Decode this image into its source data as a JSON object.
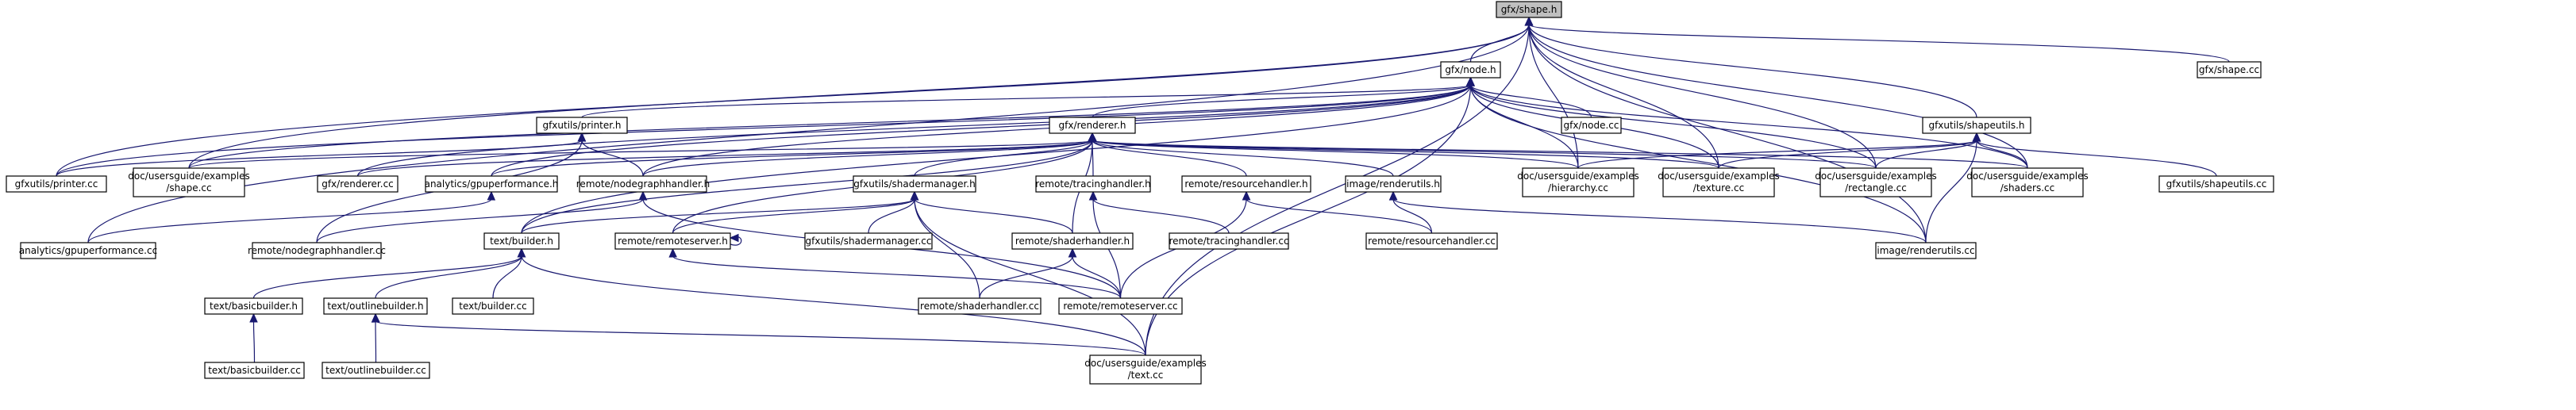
{
  "title": "",
  "colors": {
    "edge": "#191970",
    "root_fill": "#bfbfbf",
    "node_fill": "#ffffff",
    "border": "#000000"
  },
  "nodes": [
    {
      "id": "shape_h",
      "lines": [
        "gfx/shape.h"
      ],
      "root": true
    },
    {
      "id": "node_h",
      "lines": [
        "gfx/node.h"
      ]
    },
    {
      "id": "shape_cc",
      "lines": [
        "gfx/shape.cc"
      ]
    },
    {
      "id": "printer_h",
      "lines": [
        "gfxutils/printer.h"
      ]
    },
    {
      "id": "renderer_h",
      "lines": [
        "gfx/renderer.h"
      ]
    },
    {
      "id": "node_cc",
      "lines": [
        "gfx/node.cc"
      ]
    },
    {
      "id": "shapeutils_h",
      "lines": [
        "gfxutils/shapeutils.h"
      ]
    },
    {
      "id": "printer_cc",
      "lines": [
        "gfxutils/printer.cc"
      ]
    },
    {
      "id": "ex_shape",
      "lines": [
        "doc/usersguide/examples",
        "/shape.cc"
      ]
    },
    {
      "id": "renderer_cc",
      "lines": [
        "gfx/renderer.cc"
      ]
    },
    {
      "id": "gpuperf_h",
      "lines": [
        "analytics/gpuperformance.h"
      ]
    },
    {
      "id": "nodegraph_h",
      "lines": [
        "remote/nodegraphhandler.h"
      ]
    },
    {
      "id": "ex_hierarchy",
      "lines": [
        "doc/usersguide/examples",
        "/hierarchy.cc"
      ]
    },
    {
      "id": "ex_texture",
      "lines": [
        "doc/usersguide/examples",
        "/texture.cc"
      ]
    },
    {
      "id": "ex_rectangle",
      "lines": [
        "doc/usersguide/examples",
        "/rectangle.cc"
      ]
    },
    {
      "id": "ex_shaders",
      "lines": [
        "doc/usersguide/examples",
        "/shaders.cc"
      ]
    },
    {
      "id": "shapeutils_cc",
      "lines": [
        "gfxutils/shapeutils.cc"
      ]
    },
    {
      "id": "shadermgr_h",
      "lines": [
        "gfxutils/shadermanager.h"
      ]
    },
    {
      "id": "tracing_h",
      "lines": [
        "remote/tracinghandler.h"
      ]
    },
    {
      "id": "resource_h",
      "lines": [
        "remote/resourcehandler.h"
      ]
    },
    {
      "id": "renderutils_h",
      "lines": [
        "image/renderutils.h"
      ]
    },
    {
      "id": "gpuperf_cc",
      "lines": [
        "analytics/gpuperformance.cc"
      ]
    },
    {
      "id": "nodegraph_cc",
      "lines": [
        "remote/nodegraphhandler.cc"
      ]
    },
    {
      "id": "builder_h",
      "lines": [
        "text/builder.h"
      ]
    },
    {
      "id": "remoteserver_h",
      "lines": [
        "remote/remoteserver.h"
      ]
    },
    {
      "id": "shadermgr_cc",
      "lines": [
        "gfxutils/shadermanager.cc"
      ]
    },
    {
      "id": "shaderhandler_h",
      "lines": [
        "remote/shaderhandler.h"
      ]
    },
    {
      "id": "tracing_cc",
      "lines": [
        "remote/tracinghandler.cc"
      ]
    },
    {
      "id": "resource_cc",
      "lines": [
        "remote/resourcehandler.cc"
      ]
    },
    {
      "id": "renderutils_cc",
      "lines": [
        "image/renderutils.cc"
      ]
    },
    {
      "id": "basicbuilder_h",
      "lines": [
        "text/basicbuilder.h"
      ]
    },
    {
      "id": "outlinebuilder_h",
      "lines": [
        "text/outlinebuilder.h"
      ]
    },
    {
      "id": "builder_cc",
      "lines": [
        "text/builder.cc"
      ]
    },
    {
      "id": "shaderhandler_cc",
      "lines": [
        "remote/shaderhandler.cc"
      ]
    },
    {
      "id": "remoteserver_cc",
      "lines": [
        "remote/remoteserver.cc"
      ]
    },
    {
      "id": "basicbuilder_cc",
      "lines": [
        "text/basicbuilder.cc"
      ]
    },
    {
      "id": "outlinebuilder_cc",
      "lines": [
        "text/outlinebuilder.cc"
      ]
    },
    {
      "id": "ex_text",
      "lines": [
        "doc/usersguide/examples",
        "/text.cc"
      ]
    }
  ],
  "edges": [
    [
      "shape_h",
      "node_h"
    ],
    [
      "shape_h",
      "shape_cc"
    ],
    [
      "shape_h",
      "shapeutils_h"
    ],
    [
      "shape_h",
      "printer_cc"
    ],
    [
      "shape_h",
      "ex_shape"
    ],
    [
      "shape_h",
      "ex_hierarchy"
    ],
    [
      "shape_h",
      "ex_texture"
    ],
    [
      "shape_h",
      "ex_rectangle"
    ],
    [
      "shape_h",
      "ex_shaders"
    ],
    [
      "shape_h",
      "gpuperf_cc"
    ],
    [
      "shape_h",
      "renderutils_cc"
    ],
    [
      "shape_h",
      "ex_text"
    ],
    [
      "node_h",
      "printer_h"
    ],
    [
      "node_h",
      "renderer_h"
    ],
    [
      "node_h",
      "node_cc"
    ],
    [
      "node_h",
      "printer_cc"
    ],
    [
      "node_h",
      "ex_shape"
    ],
    [
      "node_h",
      "renderer_cc"
    ],
    [
      "node_h",
      "gpuperf_h"
    ],
    [
      "node_h",
      "nodegraph_h"
    ],
    [
      "node_h",
      "ex_hierarchy"
    ],
    [
      "node_h",
      "ex_texture"
    ],
    [
      "node_h",
      "ex_rectangle"
    ],
    [
      "node_h",
      "ex_shaders"
    ],
    [
      "node_h",
      "renderutils_cc"
    ],
    [
      "node_h",
      "builder_h"
    ],
    [
      "node_h",
      "ex_text"
    ],
    [
      "printer_h",
      "printer_cc"
    ],
    [
      "printer_h",
      "nodegraph_h"
    ],
    [
      "printer_h",
      "nodegraph_cc"
    ],
    [
      "renderer_h",
      "ex_shape"
    ],
    [
      "renderer_h",
      "renderer_cc"
    ],
    [
      "renderer_h",
      "gpuperf_h"
    ],
    [
      "renderer_h",
      "nodegraph_h"
    ],
    [
      "renderer_h",
      "shadermgr_h"
    ],
    [
      "renderer_h",
      "tracing_h"
    ],
    [
      "renderer_h",
      "resource_h"
    ],
    [
      "renderer_h",
      "renderutils_h"
    ],
    [
      "renderer_h",
      "ex_hierarchy"
    ],
    [
      "renderer_h",
      "ex_texture"
    ],
    [
      "renderer_h",
      "ex_rectangle"
    ],
    [
      "renderer_h",
      "ex_shaders"
    ],
    [
      "renderer_h",
      "builder_h"
    ],
    [
      "renderer_h",
      "remoteserver_h"
    ],
    [
      "renderer_h",
      "shaderhandler_h"
    ],
    [
      "shapeutils_h",
      "shapeutils_cc"
    ],
    [
      "shapeutils_h",
      "ex_hierarchy"
    ],
    [
      "shapeutils_h",
      "ex_texture"
    ],
    [
      "shapeutils_h",
      "ex_rectangle"
    ],
    [
      "shapeutils_h",
      "ex_shaders"
    ],
    [
      "shapeutils_h",
      "renderutils_cc"
    ],
    [
      "gpuperf_h",
      "gpuperf_cc"
    ],
    [
      "nodegraph_h",
      "nodegraph_cc"
    ],
    [
      "nodegraph_h",
      "remoteserver_cc"
    ],
    [
      "shadermgr_h",
      "shadermgr_cc"
    ],
    [
      "shadermgr_h",
      "shaderhandler_h"
    ],
    [
      "shadermgr_h",
      "shaderhandler_cc"
    ],
    [
      "shadermgr_h",
      "builder_h"
    ],
    [
      "shadermgr_h",
      "remoteserver_h"
    ],
    [
      "shadermgr_h",
      "ex_text"
    ],
    [
      "tracing_h",
      "tracing_cc"
    ],
    [
      "tracing_h",
      "remoteserver_cc"
    ],
    [
      "resource_h",
      "resource_cc"
    ],
    [
      "resource_h",
      "remoteserver_cc"
    ],
    [
      "renderutils_h",
      "resource_cc"
    ],
    [
      "renderutils_h",
      "renderutils_cc"
    ],
    [
      "builder_h",
      "basicbuilder_h"
    ],
    [
      "builder_h",
      "outlinebuilder_h"
    ],
    [
      "builder_h",
      "builder_cc"
    ],
    [
      "builder_h",
      "ex_text"
    ],
    [
      "remoteserver_h",
      "remoteserver_h"
    ],
    [
      "remoteserver_h",
      "remoteserver_cc"
    ],
    [
      "shaderhandler_h",
      "shaderhandler_cc"
    ],
    [
      "shaderhandler_h",
      "remoteserver_cc"
    ],
    [
      "basicbuilder_h",
      "basicbuilder_cc"
    ],
    [
      "outlinebuilder_h",
      "outlinebuilder_cc"
    ],
    [
      "outlinebuilder_h",
      "ex_text"
    ]
  ]
}
